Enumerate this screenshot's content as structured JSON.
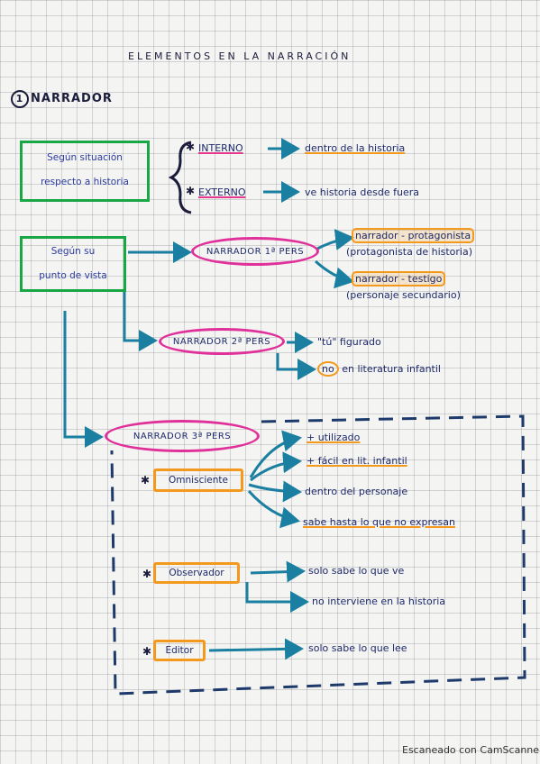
{
  "title": "ELEMENTOS EN LA NARRACIÓN",
  "section": {
    "number": "1",
    "label": "NARRADOR"
  },
  "situacion": {
    "line1": "Según situación",
    "line2": "respecto a historia",
    "interno": {
      "label": "INTERNO",
      "desc": "dentro de la historia"
    },
    "externo": {
      "label": "EXTERNO",
      "desc": "ve historia desde fuera"
    }
  },
  "punto": {
    "line1": "Según su",
    "line2": "punto de vista",
    "primera": {
      "label": "NARRADOR 1ª PERS",
      "protagonista": "narrador - protagonista",
      "protagonista_note": "(protagonista de historia)",
      "testigo": "narrador - testigo",
      "testigo_note": "(personaje secundario)"
    },
    "segunda": {
      "label": "NARRADOR 2ª PERS",
      "desc1": "\"tú\" figurado",
      "desc2_no": "no",
      "desc2_rest": "en literatura infantil"
    },
    "tercera": {
      "label": "NARRADOR 3ª PERS",
      "omnisciente": {
        "label": "Omnisciente",
        "items": [
          "+ utilizado",
          "+ fácil en lit. infantil",
          "dentro del personaje",
          "sabe hasta lo que no expresan"
        ]
      },
      "observador": {
        "label": "Observador",
        "item1": "solo sabe lo que ve",
        "item2": "no interviene en la historia"
      },
      "editor": {
        "label": "Editor",
        "item1": "solo sabe lo que lee"
      }
    }
  },
  "footer": "Escaneado con CamScanner",
  "colors": {
    "ink": "#1e2a6b",
    "green": "#19a745",
    "pink": "#e0309a",
    "orange": "#f39a1e",
    "teal": "#1a7fa0"
  }
}
